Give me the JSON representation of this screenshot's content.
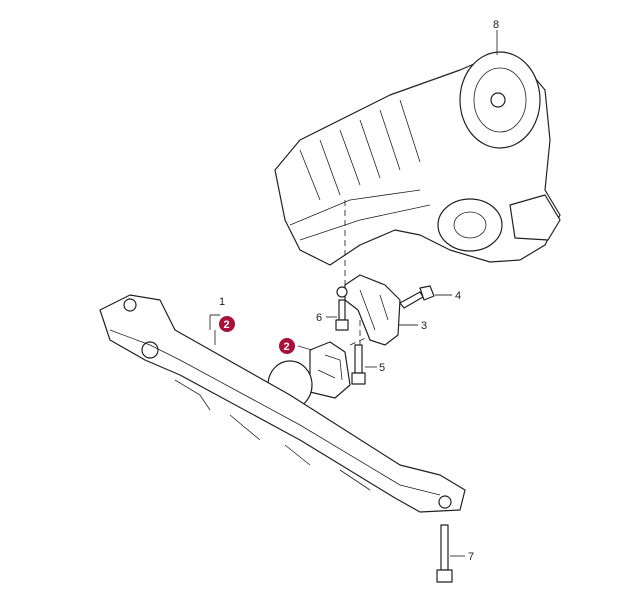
{
  "callouts": {
    "p1": "1",
    "p2a": "2",
    "p2b": "2",
    "p3": "3",
    "p4": "4",
    "p5": "5",
    "p6": "6",
    "p7": "7",
    "p8": "8"
  },
  "colors": {
    "badge": "#a8123a",
    "line": "#222222"
  }
}
